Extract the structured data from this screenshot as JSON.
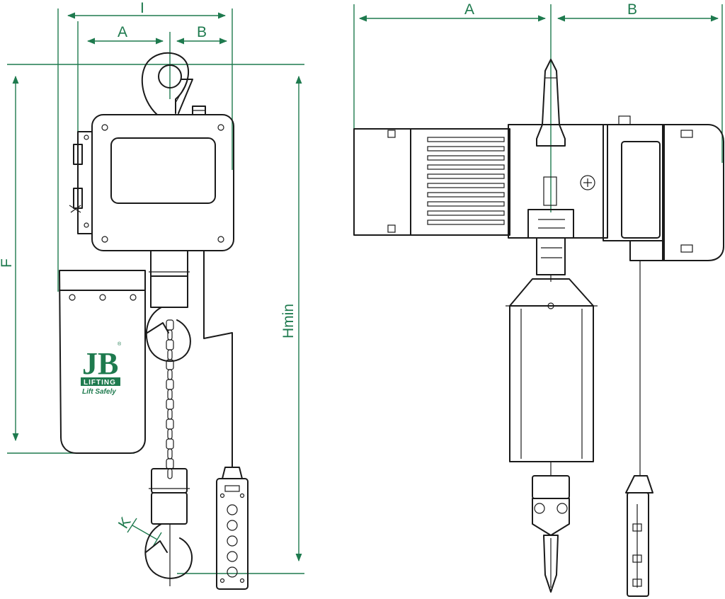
{
  "dimensions": {
    "side_view": {
      "width_overall": "I",
      "width_left": "A",
      "width_right": "B",
      "height_body": "F",
      "height_min": "Hmin",
      "hook_opening": "K"
    },
    "front_view": {
      "width_left": "A",
      "width_right": "B"
    }
  },
  "logo": {
    "letters": "JB",
    "band_text": "LIFTING",
    "tagline": "Lift Safely",
    "registered_mark": "®"
  },
  "colors": {
    "dimension": "#1e7a4e",
    "linework": "#1a1a1a",
    "background": "#ffffff"
  }
}
